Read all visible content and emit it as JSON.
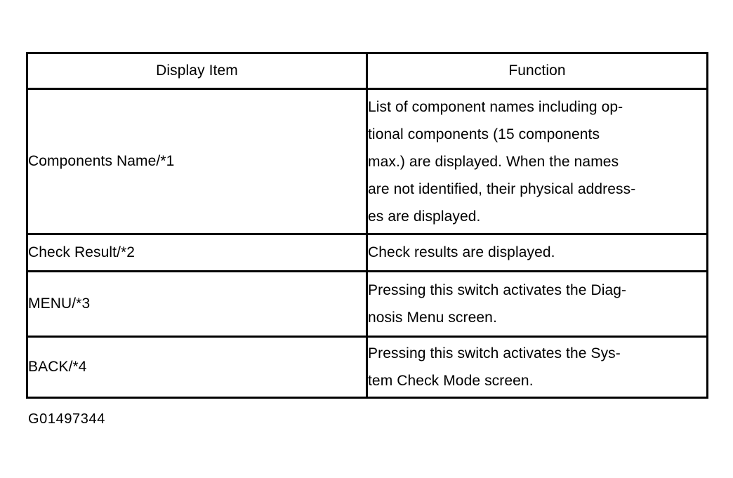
{
  "document": {
    "figure_caption": "G01497344"
  },
  "table": {
    "headers": [
      {
        "label": "Display Item"
      },
      {
        "label": "Function"
      }
    ],
    "rows": [
      {
        "item": "Components Name/*1",
        "function_lines": [
          "List of component names including op-",
          "tional components (15 components",
          "max.) are displayed. When the names",
          "are not identified, their physical address-",
          "es are displayed."
        ]
      },
      {
        "item": "Check Result/*2",
        "function_lines": [
          "Check results are displayed."
        ]
      },
      {
        "item": "MENU/*3",
        "function_lines": [
          "Pressing this switch activates the Diag-",
          "nosis Menu screen."
        ]
      },
      {
        "item": "BACK/*4",
        "function_lines": [
          "Pressing this switch activates the Sys-",
          "tem Check Mode screen."
        ]
      }
    ]
  }
}
